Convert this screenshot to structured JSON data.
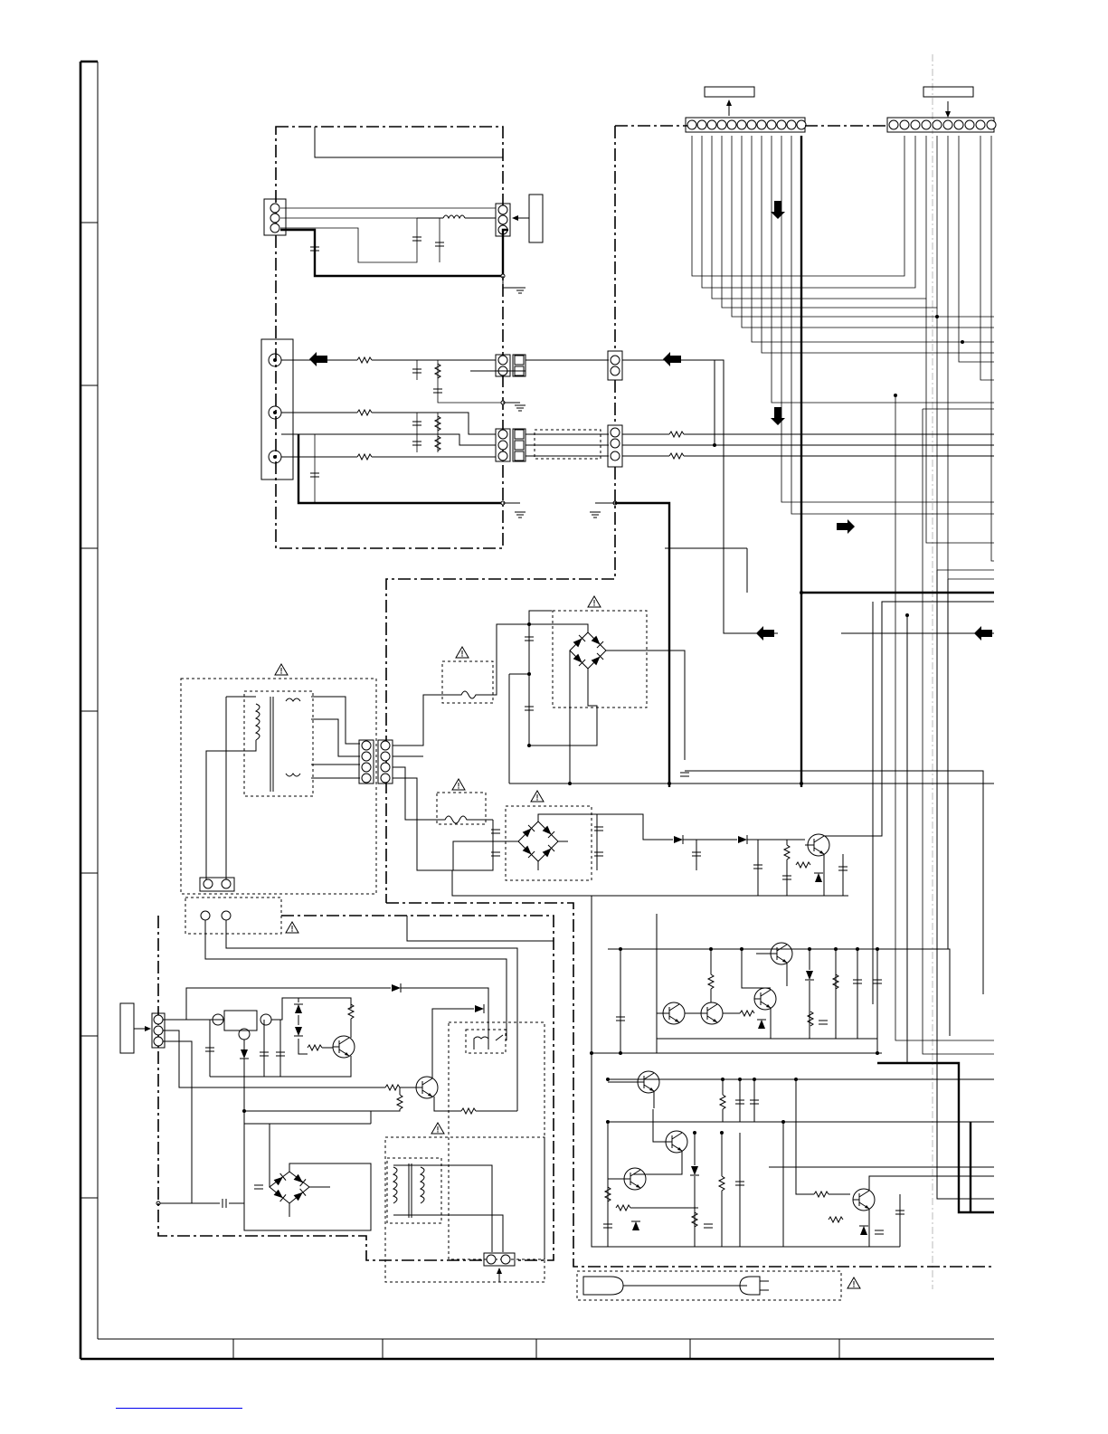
{
  "page": {
    "kind": "electrical schematic diagram (power supply section)",
    "background": "#ffffff",
    "ink": "#000000"
  },
  "frame": {
    "row_divisions": 8,
    "column_divisions": 6
  },
  "symbols": {
    "warning_icon": "triangle-exclamation-icon",
    "ground_icon": "ground-icon",
    "arrow_icon": "signal-arrow-icon"
  },
  "labels": {}
}
